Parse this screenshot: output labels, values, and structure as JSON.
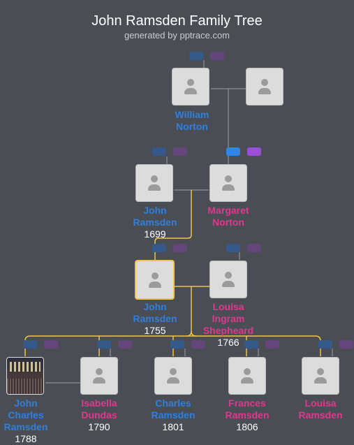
{
  "header": {
    "title": "John Ramsden Family Tree",
    "subtitle": "generated by pptrace.com"
  },
  "people": {
    "william_norton": {
      "name": "William\nNorton",
      "year": ""
    },
    "william_spouse": {
      "name": "",
      "year": ""
    },
    "john_1699": {
      "name": "John\nRamsden",
      "year": "1699"
    },
    "margaret_norton": {
      "name": "Margaret\nNorton",
      "year": ""
    },
    "john_1755": {
      "name": "John\nRamsden",
      "year": "1755"
    },
    "louisa_shepheard": {
      "name": "Louisa\nIngram\nShepheard",
      "year": "1766"
    },
    "john_charles": {
      "name": "John\nCharles\nRamsden",
      "year": "1788"
    },
    "isabella_dundas": {
      "name": "Isabella\nDundas",
      "year": "1790"
    },
    "charles_ramsden": {
      "name": "Charles\nRamsden",
      "year": "1801"
    },
    "frances_ramsden": {
      "name": "Frances\nRamsden",
      "year": "1806"
    },
    "louisa_ramsden": {
      "name": "Louisa\nRamsden",
      "year": ""
    }
  },
  "colors": {
    "male": "#2f7fe0",
    "female": "#e0378f",
    "line": "#9aa0a6",
    "highlight": "#f0c44a"
  }
}
